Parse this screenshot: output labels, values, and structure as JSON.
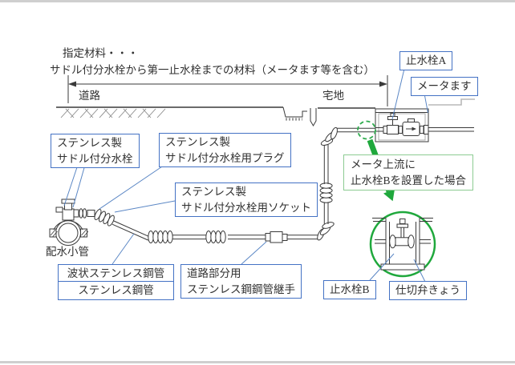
{
  "header": {
    "line1": "指定材料・・・",
    "line2": "サドル付分水栓から第一止水栓までの材料（メータます等を含む）"
  },
  "zones": {
    "road": "道路",
    "premises": "宅地"
  },
  "callouts": {
    "saddle_tap": {
      "line1": "ステンレス製",
      "line2": "サドル付分水栓"
    },
    "saddle_plug": {
      "line1": "ステンレス製",
      "line2": "サドル付分水栓用プラグ"
    },
    "saddle_socket": {
      "line1": "ステンレス製",
      "line2": "サドル付分水栓用ソケット"
    },
    "corrugated_pipe": "波状ステンレス鋼管",
    "steel_pipe": "ステンレス鋼管",
    "road_joint": {
      "line1": "道路部分用",
      "line2": "ステンレス鋼鋼管継手"
    },
    "stop_valve_a": "止水栓A",
    "meter_box": "メータます",
    "note": {
      "line1": "メータ上流に",
      "line2": "止水栓Bを設置した場合"
    },
    "stop_valve_b": "止水栓B",
    "gate_valve_box": "仕切弁きょう",
    "distribution_main": "配水小管"
  },
  "colors": {
    "callout_border": "#4472C4",
    "leader_line": "#5B87C5",
    "note_border": "#8CCB92",
    "accent_green": "#1FA83C",
    "line_art": "#3A3A3A",
    "ground_gray": "#B8B8B8"
  }
}
